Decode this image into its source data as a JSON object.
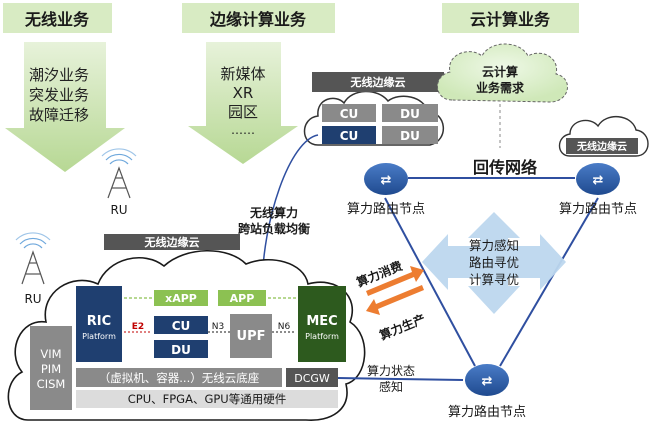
{
  "colors": {
    "green_header": "#d8ebc3",
    "green_arrow": "#c5e0a5",
    "navy": "#1f3f70",
    "dark_green": "#2d5a1e",
    "gray_bar": "#8a8a8a",
    "dark_bar": "#555555",
    "light_gray": "#dcdcdc",
    "router_blue": "#2f5597",
    "link_blue": "#2f4fa0",
    "orange": "#ed7d31",
    "light_blue": "#bdd7ee"
  },
  "headers": {
    "wireless": "无线业务",
    "edge": "边缘计算业务",
    "cloud": "云计算业务"
  },
  "wireless_services": [
    "潮汐业务",
    "突发业务",
    "故障迁移"
  ],
  "edge_services": [
    "新媒体",
    "XR",
    "园区",
    "……"
  ],
  "edge_cloud_top": {
    "title": "无线边缘云",
    "cu1": "CU",
    "du1": "DU",
    "cu2": "CU",
    "du2": "DU"
  },
  "cloud_demand": [
    "云计算",
    "业务需求"
  ],
  "top_right_cloud": "无线边缘云",
  "backhaul": "回传网络",
  "routers": {
    "left": "算力路由节点",
    "right": "算力路由节点",
    "bottom": "算力路由节点"
  },
  "ru_labels": {
    "top": "RU",
    "left": "RU"
  },
  "load_balance": [
    "无线算力",
    "跨站负载均衡"
  ],
  "main_cloud": {
    "title": "无线边缘云",
    "ric": {
      "name": "RIC",
      "sub": "Platform"
    },
    "xapp": "xAPP",
    "app": "APP",
    "e2": "E2",
    "cu": "CU",
    "du": "DU",
    "n3": "N3",
    "upf": "UPF",
    "n6": "N6",
    "mec": {
      "name": "MEC",
      "sub": "Platform"
    },
    "vim": [
      "VIM",
      "PIM",
      "CISM"
    ],
    "base": "（虚拟机、容器...）无线云底座",
    "dcgw": "DCGW",
    "hardware": "CPU、FPGA、GPU等通用硬件"
  },
  "arrows": {
    "consume": "算力消费",
    "produce": "算力生产"
  },
  "aware": [
    "算力感知",
    "路由寻优",
    "计算寻优"
  ],
  "state": [
    "算力状态",
    "感知"
  ]
}
